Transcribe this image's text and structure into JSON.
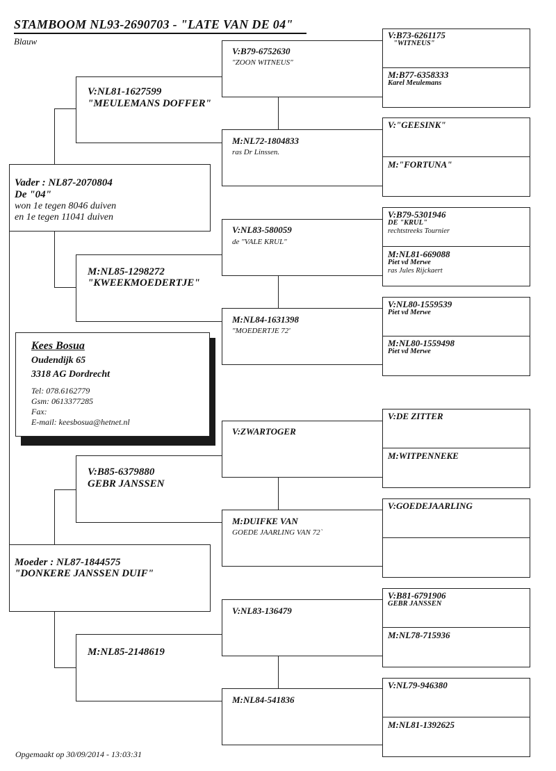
{
  "header": {
    "title": "STAMBOOM  NL93-2690703 - \"LATE VAN DE 04\"",
    "color": "Blauw"
  },
  "gen1": {
    "father": {
      "id": "Vader : NL87-2070804",
      "name": "De \"04\"",
      "notes": [
        "won 1e tegen 8046 duiven",
        "en 1e tegen 11041 duiven"
      ]
    },
    "mother": {
      "id": "Moeder : NL87-1844575",
      "name": "\"DONKERE JANSSEN DUIF\""
    }
  },
  "gen2": [
    {
      "id": "V:NL81-1627599",
      "name": "\"MEULEMANS DOFFER\""
    },
    {
      "id": "M:NL85-1298272",
      "name": "\"KWEEKMOEDERTJE\""
    },
    {
      "id": "V:B85-6379880",
      "name": "GEBR JANSSEN"
    },
    {
      "id": "M:NL85-2148619",
      "name": ""
    }
  ],
  "gen3": [
    {
      "id": "V:B79-6752630",
      "line2": "\"ZOON WITNEUS\""
    },
    {
      "id": "M:NL72-1804833",
      "line2": "ras Dr Linssen."
    },
    {
      "id": "V:NL83-580059",
      "line2": "de \"VALE KRUL\""
    },
    {
      "id": "M:NL84-1631398",
      "line2": "\"MOEDERTJE 72'"
    },
    {
      "id": "V:ZWARTOGER",
      "line2": ""
    },
    {
      "id": "M:DUIFKE VAN",
      "line2": "GOEDE JAARLING VAN 72`"
    },
    {
      "id": "V:NL83-136479",
      "line2": ""
    },
    {
      "id": "M:NL84-541836",
      "line2": ""
    }
  ],
  "gen4": [
    {
      "id": "V:B73-6261175",
      "lines": [
        "\"WITNEUS\""
      ]
    },
    {
      "id": "M:B77-6358333",
      "lines": [
        "Karel Meulemans"
      ]
    },
    {
      "id": "V:\"GEESINK\"",
      "lines": []
    },
    {
      "id": "M:\"FORTUNA\"",
      "lines": []
    },
    {
      "id": "V:B79-5301946",
      "lines": [
        "DE \"KRUL\"",
        "rechtstreeks Tournier"
      ]
    },
    {
      "id": "M:NL81-669088",
      "lines": [
        "Piet vd Merwe",
        "ras Jules Rijckaert"
      ]
    },
    {
      "id": "V:NL80-1559539",
      "lines": [
        "Piet vd Merwe"
      ]
    },
    {
      "id": "M:NL80-1559498",
      "lines": [
        "Piet vd Merwe"
      ]
    },
    {
      "id": "V:DE ZITTER",
      "lines": []
    },
    {
      "id": "M:WITPENNEKE",
      "lines": []
    },
    {
      "id": "V:GOEDEJAARLING",
      "lines": []
    },
    {
      "id": "",
      "lines": []
    },
    {
      "id": "V:B81-6791906",
      "lines": [
        "GEBR JANSSEN"
      ]
    },
    {
      "id": "M:NL78-715936",
      "lines": []
    },
    {
      "id": "V:NL79-946380",
      "lines": []
    },
    {
      "id": "M:NL81-1392625",
      "lines": []
    }
  ],
  "owner": {
    "name": "Kees Bosua",
    "street": "Oudendijk 65",
    "city": "3318 AG Dordrecht",
    "tel": "Tel: 078.6162779",
    "gsm": "Gsm: 0613377285",
    "fax": "Fax:",
    "email": "E-mail: keesbosua@hetnet.nl"
  },
  "footer": {
    "created": "Opgemaakt op 30/09/2014 - 13:03:31"
  }
}
